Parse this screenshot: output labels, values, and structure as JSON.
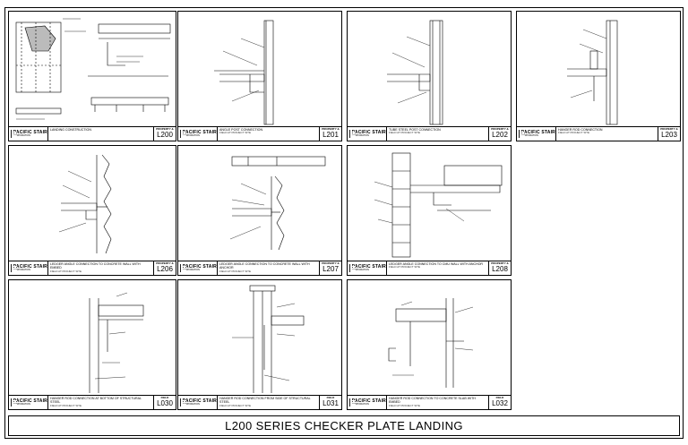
{
  "sheet": {
    "title": "L200 SERIES CHECKER PLATE LANDING",
    "company": "PACIFIC STAIR",
    "company_sub": "CORPORATION",
    "details": [
      {
        "desc": "LANDING CONSTRUCTION",
        "note": "",
        "num_label": "PROPERTY &",
        "num": "L200"
      },
      {
        "desc": "ANGLE POST CONNECTION",
        "note": "FIELD AT PROJECT SITE",
        "num_label": "PROPERTY &",
        "num": "L201"
      },
      {
        "desc": "TUBE STEEL POST CONNECTION",
        "note": "FIELD AT PROJECT SITE",
        "num_label": "PROPERTY &",
        "num": "L202"
      },
      {
        "desc": "HANGER ROD CONNECTION",
        "note": "FIELD AT PROJECT SITE",
        "num_label": "PROPERTY &",
        "num": "L203"
      },
      {
        "desc": "LEDGER ANGLE CONNECTION TO CONCRETE WALL WITH EMBED",
        "note": "FIELD AT PROJECT SITE",
        "num_label": "PROPERTY &",
        "num": "L206"
      },
      {
        "desc": "LEDGER ANGLE CONNECTION TO CONCRETE WALL WITH ANCHOR",
        "note": "FIELD AT PROJECT SITE",
        "num_label": "PROPERTY &",
        "num": "L207"
      },
      {
        "desc": "LEDGER ANGLE CONNECTION TO CMU WALL WITH ANCHOR",
        "note": "FIELD AT PROJECT SITE",
        "num_label": "PROPERTY &",
        "num": "L208"
      },
      {
        "desc": "HANGER ROD CONNECTION AT BOTTOM OF STRUCTURAL STEEL",
        "note": "FIELD AT PROJECT SITE",
        "num_label": "FIELD",
        "num": "L030"
      },
      {
        "desc": "HANGER ROD CONNECTION FROM SIDE OF STRUCTURAL STEEL",
        "note": "FIELD AT PROJECT SITE",
        "num_label": "FIELD",
        "num": "L031"
      },
      {
        "desc": "HANGER ROD CONNECTION TO CONCRETE SLAB WITH EMBED",
        "note": "FIELD AT PROJECT SITE",
        "num_label": "FIELD",
        "num": "L032"
      }
    ]
  }
}
